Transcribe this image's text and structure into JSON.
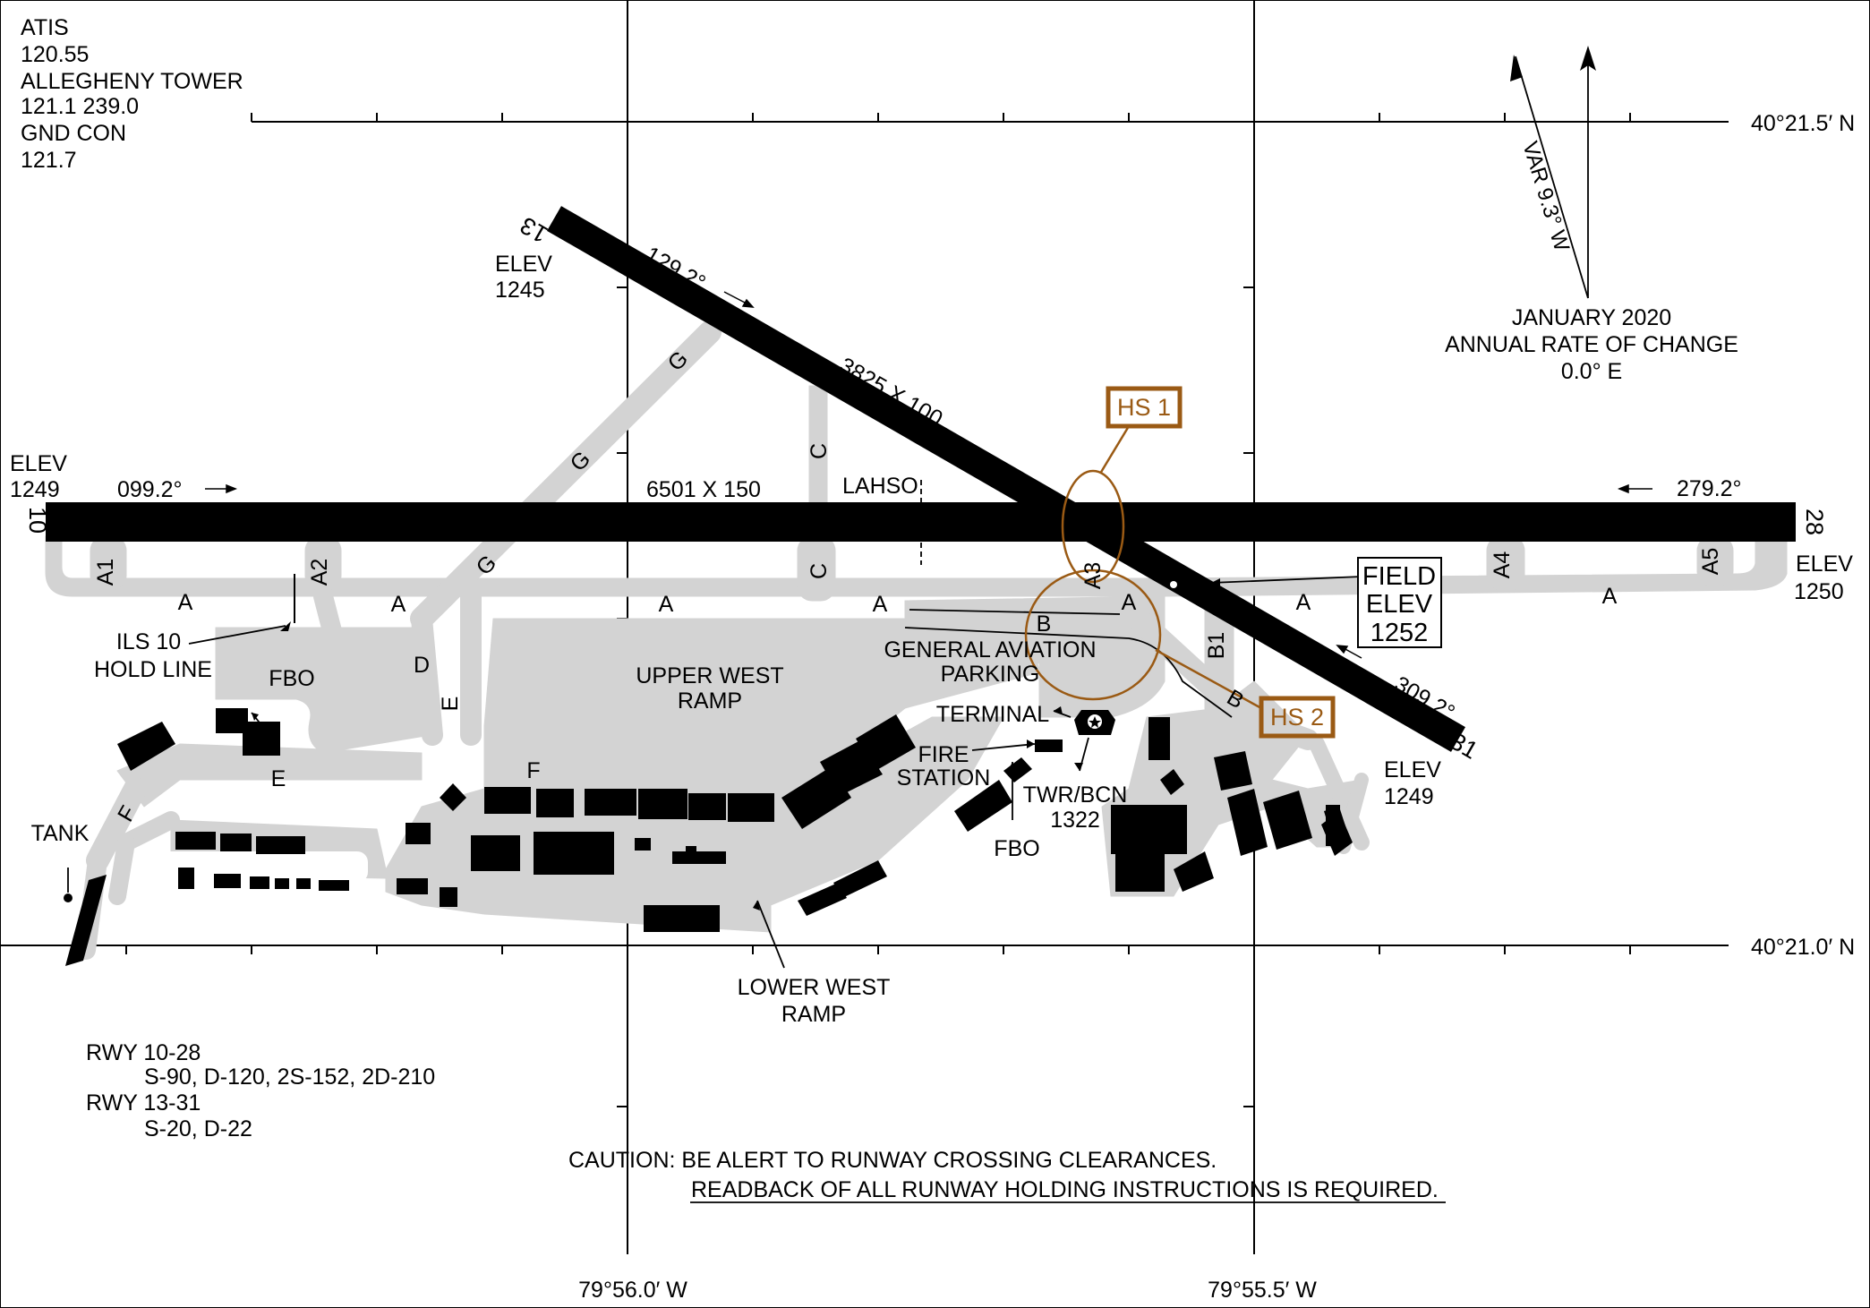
{
  "frequencies": {
    "atis_label": "ATIS",
    "atis_freq": "120.55",
    "tower_label": "ALLEGHENY TOWER",
    "tower_freq": "121.1  239.0",
    "gnd_label": "GND CON",
    "gnd_freq": "121.7"
  },
  "coordinates": {
    "lat_north": "40°21.5′ N",
    "lat_south": "40°21.0′ N",
    "lon_west": "79°56.0′ W",
    "lon_east": "79°55.5′ W"
  },
  "magnetic": {
    "variation": "VAR 9.3° W",
    "date": "JANUARY 2020",
    "rate_label": "ANNUAL RATE OF CHANGE",
    "rate_value": "0.0° E"
  },
  "runway_10_28": {
    "end_10": "10",
    "end_28": "28",
    "dims": "6501 X 150",
    "hdg_10": "099.2°",
    "hdg_28": "279.2°",
    "elev_10_label": "ELEV",
    "elev_10": "1249",
    "elev_28_label": "ELEV",
    "elev_28": "1250",
    "lahso": "LAHSO"
  },
  "runway_13_31": {
    "end_13": "13",
    "end_31": "31",
    "dims": "3825 X 100",
    "hdg_13": "129.2°",
    "hdg_31": "309.2°",
    "elev_13_label": "ELEV",
    "elev_13": "1245",
    "elev_31_label": "ELEV",
    "elev_31": "1249"
  },
  "field_elev": {
    "l1": "FIELD",
    "l2": "ELEV",
    "l3": "1252"
  },
  "hot_spots": [
    "HS 1",
    "HS 2"
  ],
  "taxiways": {
    "a": "A",
    "a1": "A1",
    "a2": "A2",
    "a3": "A3",
    "a4": "A4",
    "a5": "A5",
    "b": "B",
    "b1": "B1",
    "c": "C",
    "d": "D",
    "e": "E",
    "f": "F",
    "g": "G"
  },
  "labels": {
    "ils_hold_1": "ILS 10",
    "ils_hold_2": "HOLD LINE",
    "fbo": "FBO",
    "upper_west_1": "UPPER WEST",
    "upper_west_2": "RAMP",
    "ga_1": "GENERAL AVIATION",
    "ga_2": "PARKING",
    "terminal": "TERMINAL",
    "fire_1": "FIRE",
    "fire_2": "STATION",
    "twr_1": "TWR/BCN",
    "twr_2": "1322",
    "tank": "TANK",
    "lower_west_1": "LOWER WEST",
    "lower_west_2": "RAMP"
  },
  "strength": {
    "rwy1": "RWY 10-28",
    "rwy1_vals": "S-90, D-120, 2S-152, 2D-210",
    "rwy2": "RWY 13-31",
    "rwy2_vals": "S-20, D-22"
  },
  "caution": {
    "line1": "CAUTION:  BE ALERT TO RUNWAY CROSSING CLEARANCES.",
    "line2": "READBACK OF ALL RUNWAY HOLDING INSTRUCTIONS IS REQUIRED."
  },
  "colors": {
    "pavement": "#d3d3d3",
    "runway": "#000000",
    "hotspot": "#9a5a14"
  }
}
